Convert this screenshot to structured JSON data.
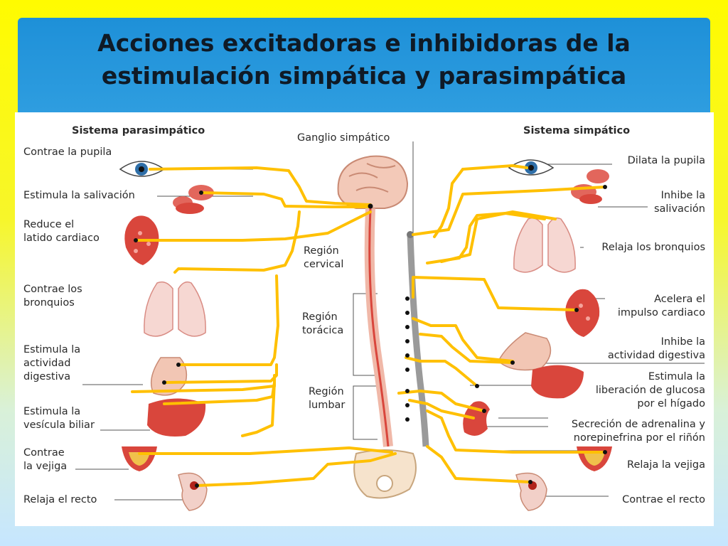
{
  "slide": {
    "title_line1": "Acciones excitadoras e inhibidoras de la",
    "title_line2": "estimulación simpática y parasimpática"
  },
  "diagram": {
    "left_header": "Sistema parasimpático",
    "right_header": "Sistema simpático",
    "ganglion_label": "Ganglio simpático",
    "regions": {
      "cervical": "Región\ncervical",
      "thoracic": "Región\ntorácica",
      "lumbar": "Región\nlumbar"
    },
    "parasympathetic": [
      "Contrae la pupila",
      "Estimula la salivación",
      "Reduce el\nlatido cardiaco",
      "Contrae los\nbronquios",
      "Estimula la\nactividad\ndigestiva",
      "Estimula la\nvesícula biliar",
      "Contrae\nla vejiga",
      "Relaja el recto"
    ],
    "sympathetic": [
      "Dilata la pupila",
      "Inhibe la\nsalivación",
      "Relaja los bronquios",
      "Acelera el\nimpulso cardiaco",
      "Inhibe la\nactividad digestiva",
      "Estimula la\nliberación de glucosa\npor el hígado",
      "Secreción de adrenalina y\nnorepinefrina por el riñón",
      "Relaja la vejiga",
      "Contrae el recto"
    ],
    "colors": {
      "nerve_yellow": "#ffc000",
      "organ_red": "#d9463c",
      "spine_gray": "#9a9a9a"
    }
  }
}
